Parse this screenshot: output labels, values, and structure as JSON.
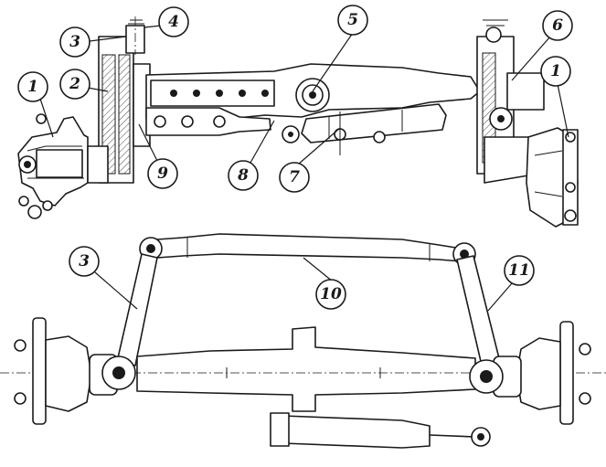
{
  "callouts": [
    {
      "id": "c1a",
      "label": "1"
    },
    {
      "id": "c1b",
      "label": "1"
    },
    {
      "id": "c2",
      "label": "2"
    },
    {
      "id": "c3a",
      "label": "3"
    },
    {
      "id": "c3b",
      "label": "3"
    },
    {
      "id": "c4",
      "label": "4"
    },
    {
      "id": "c5",
      "label": "5"
    },
    {
      "id": "c6",
      "label": "6"
    },
    {
      "id": "c7",
      "label": "7"
    },
    {
      "id": "c8",
      "label": "8"
    },
    {
      "id": "c9",
      "label": "9"
    },
    {
      "id": "c10",
      "label": "10"
    },
    {
      "id": "c11",
      "label": "11"
    }
  ],
  "colors": {
    "ink": "#1a1a1a",
    "paper": "#ffffff"
  }
}
